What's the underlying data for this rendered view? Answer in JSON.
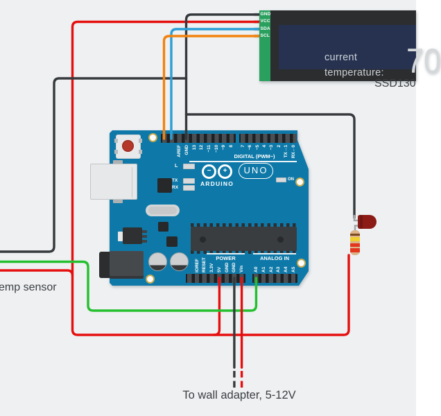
{
  "colors": {
    "background": "#eef0f2",
    "board": "#0e79a8",
    "wire_red": "#e60f0f",
    "wire_black": "#36393c",
    "wire_green": "#24bf2e",
    "wire_blue": "#2b9fd6",
    "wire_orange": "#f2820f",
    "oled_body": "#2c2d2f",
    "oled_screen": "#263250",
    "oled_header": "#2aa05e",
    "led_body": "#8c1b16",
    "resistor_body": "#dcb489",
    "lead_gray": "#a4a8ab"
  },
  "oled": {
    "pins": [
      "GND",
      "VCC",
      "SDA",
      "SCL"
    ],
    "screen_line1": "current",
    "screen_line2": "temperature:",
    "value": "70"
  },
  "arduino": {
    "brand": "ARDUINO",
    "model": "UNO",
    "digital_label": "DIGITAL (PWM~)",
    "power_label": "POWER",
    "analog_label": "ANALOG IN",
    "on_label": "ON",
    "l_label": "L",
    "tx_label": "TX",
    "rx_label": "RX",
    "logo_minus": "−",
    "logo_plus": "+",
    "top_pins_left": [
      "AREF",
      "GND",
      "13",
      "12",
      "~11",
      "~10",
      "~9",
      "8"
    ],
    "top_pins_right": [
      "7",
      "~6",
      "~5",
      "4",
      "~3",
      "2",
      "TX→1",
      "RX←0"
    ],
    "power_pins": [
      "IOREF",
      "RESET",
      "3.3V",
      "5V",
      "GND",
      "GND",
      "Vin"
    ],
    "analog_pins": [
      "A0",
      "A1",
      "A2",
      "A3",
      "A4",
      "A5"
    ]
  },
  "annotations": {
    "temp_sensor": "emp sensor",
    "ssd_label": "SSD130",
    "wall_adapter": "To wall adapter, 5-12V"
  }
}
